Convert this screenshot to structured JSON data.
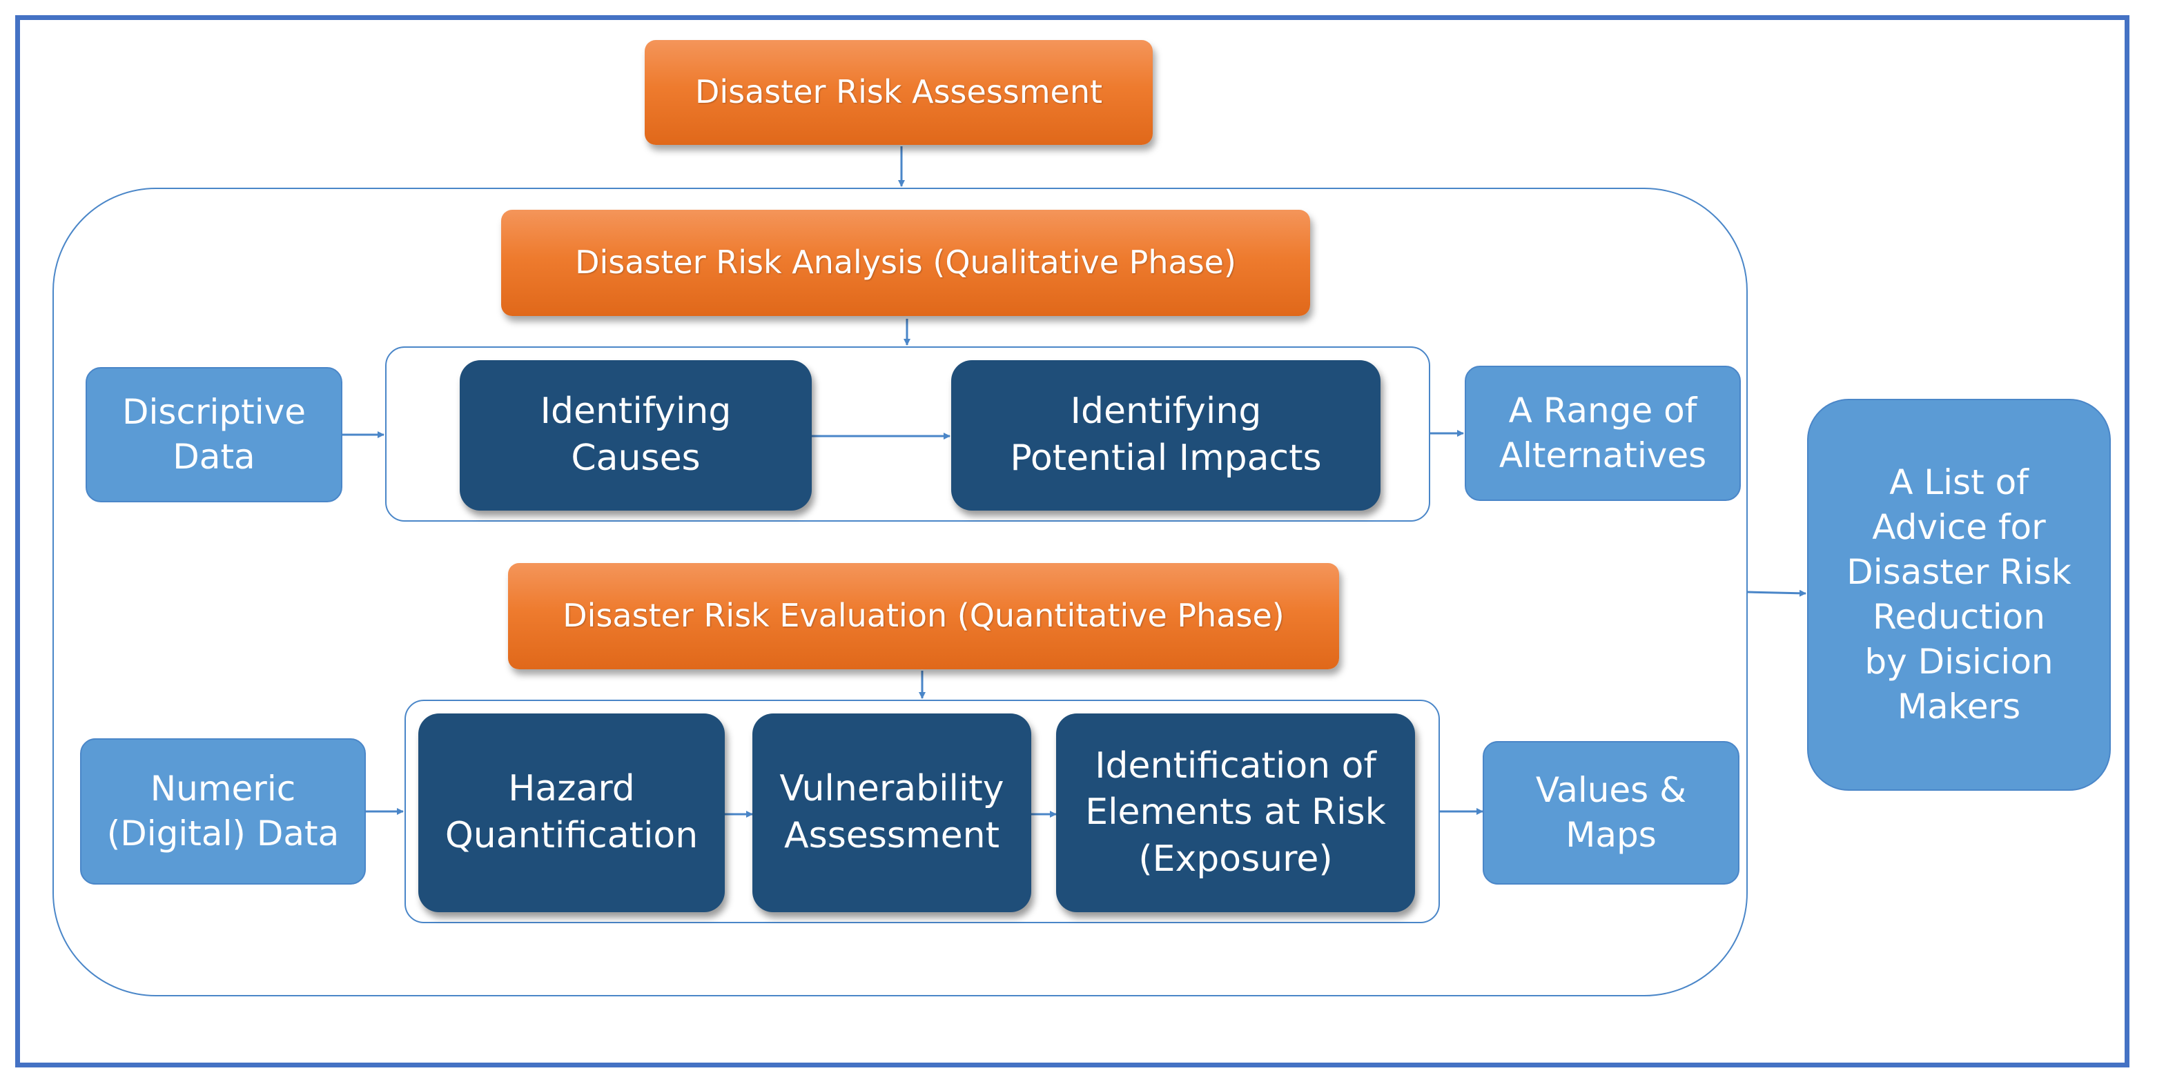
{
  "nodes": {
    "assessment": "Disaster Risk Assessment",
    "analysis": "Disaster Risk Analysis (Qualitative Phase)",
    "evaluation": "Disaster Risk Evaluation (Quantitative Phase)",
    "descriptive_data": "Discriptive\nData",
    "identifying_causes": "Identifying\nCauses",
    "identifying_impacts": "Identifying\nPotential Impacts",
    "range_of_alternatives": "A Range of\nAlternatives",
    "numeric_data": "Numeric\n(Digital) Data",
    "hazard_quantification": "Hazard\nQuantification",
    "vulnerability_assessment": "Vulnerability\nAssessment",
    "elements_at_risk": "Identification of\nElements at Risk\n(Exposure)",
    "values_maps": "Values &\nMaps",
    "advice_list": "A List of\nAdvice for\nDisaster Risk\nReduction\nby Disicion\nMakers"
  },
  "colors": {
    "frame": "#4472C4",
    "orange": "#EE7B2E",
    "light_blue": "#5B9BD5",
    "dark_blue": "#1F4E79",
    "connector": "#4A86C8"
  }
}
